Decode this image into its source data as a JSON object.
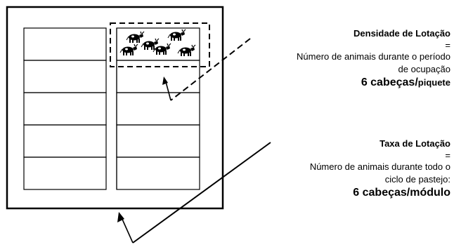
{
  "density": {
    "title": "Densidade de Lotação",
    "equals": "=",
    "line1": "Número de animais durante o período",
    "line2": "de ocupação",
    "value": "6 cabeças/",
    "unit": "piquete"
  },
  "rate": {
    "title": "Taxa de Lotação",
    "equals": "=",
    "line1": "Número de animais durante todo o",
    "line2": "ciclo de pastejo:",
    "value": "6 cabeças/módulo"
  },
  "diagram": {
    "paddock_rows": 5,
    "paddock_columns": 2,
    "animal_count": 6,
    "occupied_paddock": "right column, row 1"
  }
}
